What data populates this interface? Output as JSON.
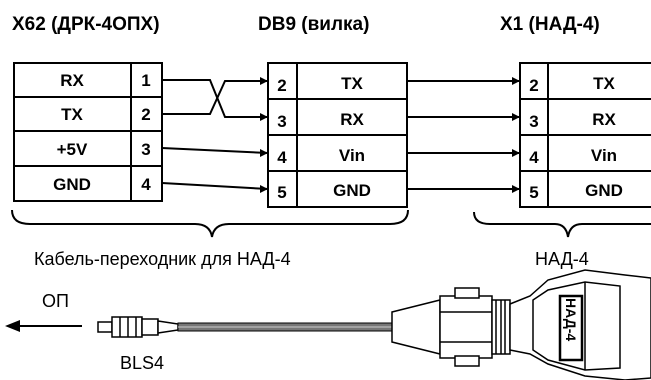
{
  "headers": {
    "left": "X62 (ДРК-4ОПХ)",
    "middle": "DB9 (вилка)",
    "right": "X1 (НАД-4)"
  },
  "left_connector": {
    "rows": [
      {
        "signal": "RX",
        "pin": "1"
      },
      {
        "signal": "TX",
        "pin": "2"
      },
      {
        "signal": "+5V",
        "pin": "3"
      },
      {
        "signal": "GND",
        "pin": "4"
      }
    ]
  },
  "middle_connector": {
    "rows": [
      {
        "pin": "2",
        "signal": "TX"
      },
      {
        "pin": "3",
        "signal": "RX"
      },
      {
        "pin": "4",
        "signal": "Vin"
      },
      {
        "pin": "5",
        "signal": "GND"
      }
    ]
  },
  "right_connector": {
    "rows": [
      {
        "pin": "2",
        "signal": "TX"
      },
      {
        "pin": "3",
        "signal": "RX"
      },
      {
        "pin": "4",
        "signal": "Vin"
      },
      {
        "pin": "5",
        "signal": "GND"
      }
    ]
  },
  "captions": {
    "cable": "Кабель-переходник для НАД-4",
    "device": "НАД-4"
  },
  "drawing": {
    "arrow_label": "ОП",
    "plug_label": "BLS4",
    "device_label": "НАД-4"
  }
}
